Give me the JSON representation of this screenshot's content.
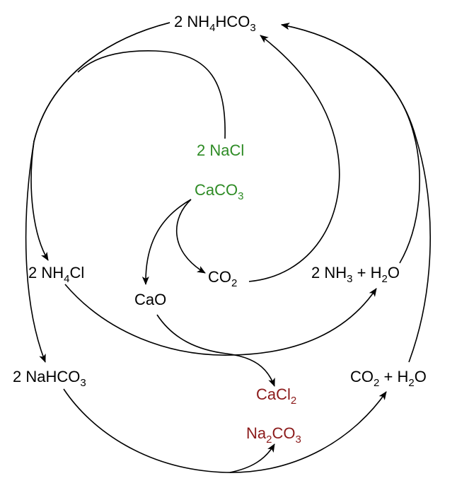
{
  "colors": {
    "reactant": "#2e8b25",
    "product": "#8b1a1a",
    "intermediate": "#000000"
  },
  "species": {
    "nh4hco3": {
      "coef": "2",
      "p1": "NH",
      "s1": "4",
      "p2": "HCO",
      "s2": "3"
    },
    "nacl": {
      "text": "2 NaCl"
    },
    "caco3": {
      "p1": "CaCO",
      "s1": "3"
    },
    "co2": {
      "p1": "CO",
      "s1": "2"
    },
    "nh4cl": {
      "coef": "2",
      "p1": "NH",
      "s1": "4",
      "p2": "Cl"
    },
    "nh3_h2o": {
      "coef": "2",
      "p1": "NH",
      "s1": "3",
      "plus": "+",
      "p2": "H",
      "s2": "2",
      "p3": "O"
    },
    "cao": {
      "text": "CaO"
    },
    "nahco3": {
      "coef": "2",
      "p1": "NaHCO",
      "s1": "3"
    },
    "co2_h2o": {
      "p1": "CO",
      "s1": "2",
      "plus": "+",
      "p2": "H",
      "s2": "2",
      "p3": "O"
    },
    "cacl2": {
      "p1": "CaCl",
      "s1": "2"
    },
    "na2co3": {
      "p1": "Na",
      "s1": "2",
      "p2": "CO",
      "s2": "3"
    }
  }
}
